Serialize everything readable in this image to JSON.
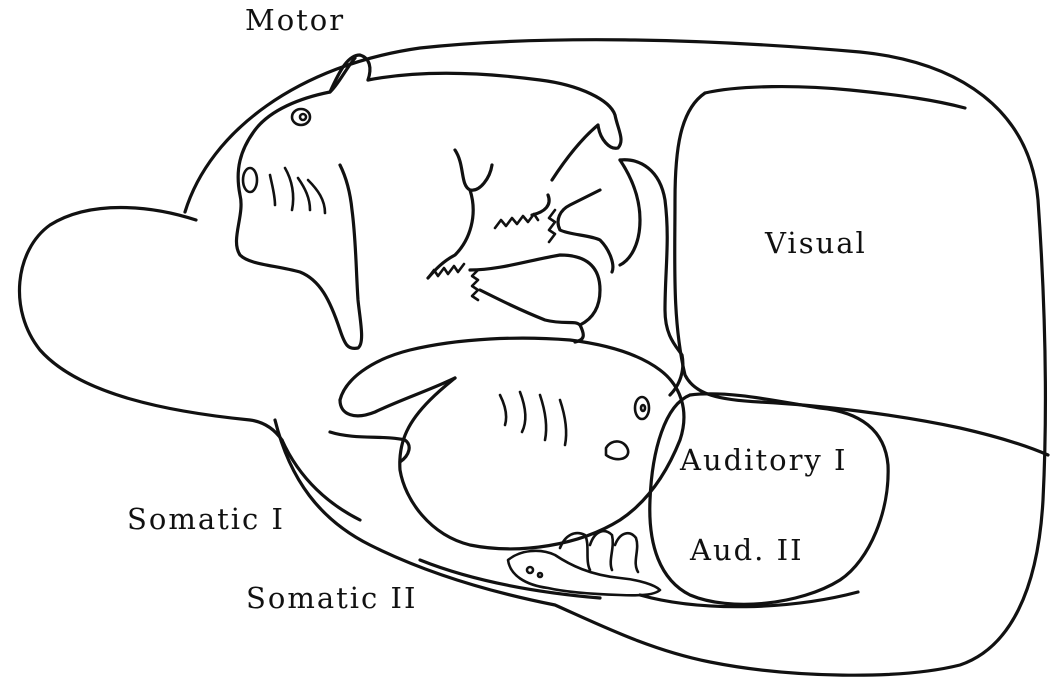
{
  "labels": {
    "motor": "Motor",
    "visual": "Visual",
    "auditory_1": "Auditory I",
    "auditory_2": "Aud. II",
    "somatic_1": "Somatic I",
    "somatic_2": "Somatic II"
  },
  "colors": {
    "background": "#ffffff",
    "ink": "#111111"
  }
}
